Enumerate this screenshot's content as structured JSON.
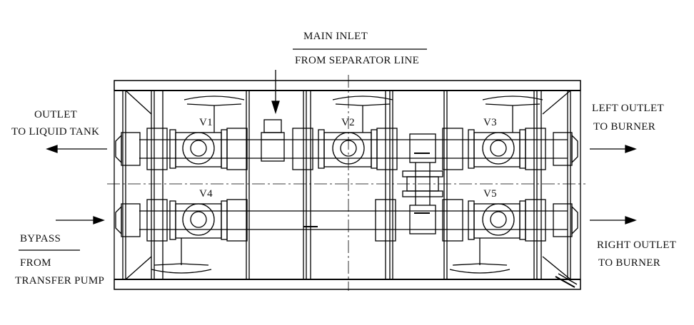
{
  "labels": {
    "main_inlet": "MAIN INLET",
    "from_separator": "FROM SEPARATOR LINE",
    "outlet": "OUTLET",
    "to_liquid_tank": "TO LIQUID TANK",
    "left_outlet": "LEFT OUTLET",
    "to_burner_left": "TO BURNER",
    "bypass": "BYPASS",
    "from": "FROM",
    "transfer_pump": "TRANSFER PUMP",
    "right_outlet": "RIGHT OUTLET",
    "to_burner_right": "TO BURNER"
  },
  "valves": [
    "V1",
    "V2",
    "V3",
    "V4",
    "V5"
  ],
  "colors": {
    "line": "#000000",
    "paper": "#ffffff"
  }
}
